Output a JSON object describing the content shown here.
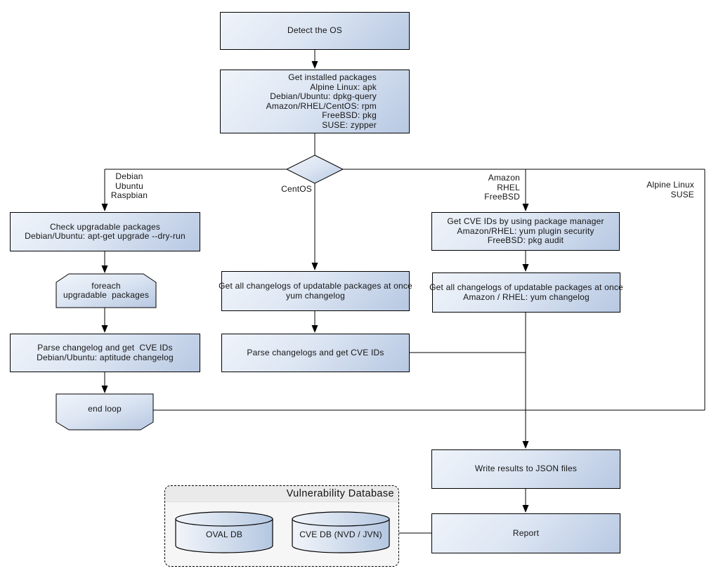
{
  "diagram_type": "flowchart",
  "colors": {
    "node_fill_start": "#f0f4fa",
    "node_fill_end": "#b7c8e2",
    "node_border": "#000000",
    "connector": "#000000",
    "container_fill": "#f6f6f6",
    "container_header_fill": "#eaeaea",
    "background": "#ffffff"
  },
  "nodes": {
    "detect_os": {
      "label": "Detect the OS"
    },
    "get_installed": {
      "lines": [
        "Get installed packages",
        "Alpine Linux: apk",
        "Debian/Ubuntu: dpkg-query",
        "Amazon/RHEL/CentOS: rpm",
        "FreeBSD: pkg",
        "SUSE: zypper"
      ]
    },
    "check_upgradable": {
      "lines": [
        "Check upgradable packages",
        "Debian/Ubuntu: apt-get upgrade --dry-run"
      ]
    },
    "foreach_loop": {
      "lines": [
        "foreach",
        "upgradable  packages"
      ]
    },
    "parse_changelog_deb": {
      "lines": [
        "Parse changelog and get  CVE IDs",
        "Debian/Ubuntu: aptitude changelog"
      ]
    },
    "end_loop": {
      "label": "end loop"
    },
    "get_changelogs_centos": {
      "lines": [
        "Get all changelogs of updatable packages at once",
        "yum changelog"
      ]
    },
    "parse_changelogs_centos": {
      "label": "Parse changelogs and get CVE IDs"
    },
    "get_cve_ids_pkg_mgr": {
      "lines": [
        "Get CVE IDs by using package manager",
        "Amazon/RHEL: yum plugin security",
        "FreeBSD: pkg audit"
      ]
    },
    "get_changelogs_amazon": {
      "lines": [
        "Get all changelogs of updatable packages at once",
        "Amazon / RHEL: yum changelog"
      ]
    },
    "write_results": {
      "label": "Write results to JSON files"
    },
    "report": {
      "label": "Report"
    }
  },
  "branch_labels": {
    "debian": {
      "lines": [
        "Debian",
        "Ubuntu",
        "Raspbian"
      ]
    },
    "centos": {
      "label": "CentOS"
    },
    "amazon": {
      "lines": [
        "Amazon",
        "RHEL",
        "FreeBSD"
      ]
    },
    "alpine": {
      "lines": [
        "Alpine Linux",
        "SUSE"
      ]
    }
  },
  "database": {
    "title": "Vulnerability Database",
    "oval_db": "OVAL DB",
    "cve_db": "CVE DB (NVD / JVN)"
  }
}
